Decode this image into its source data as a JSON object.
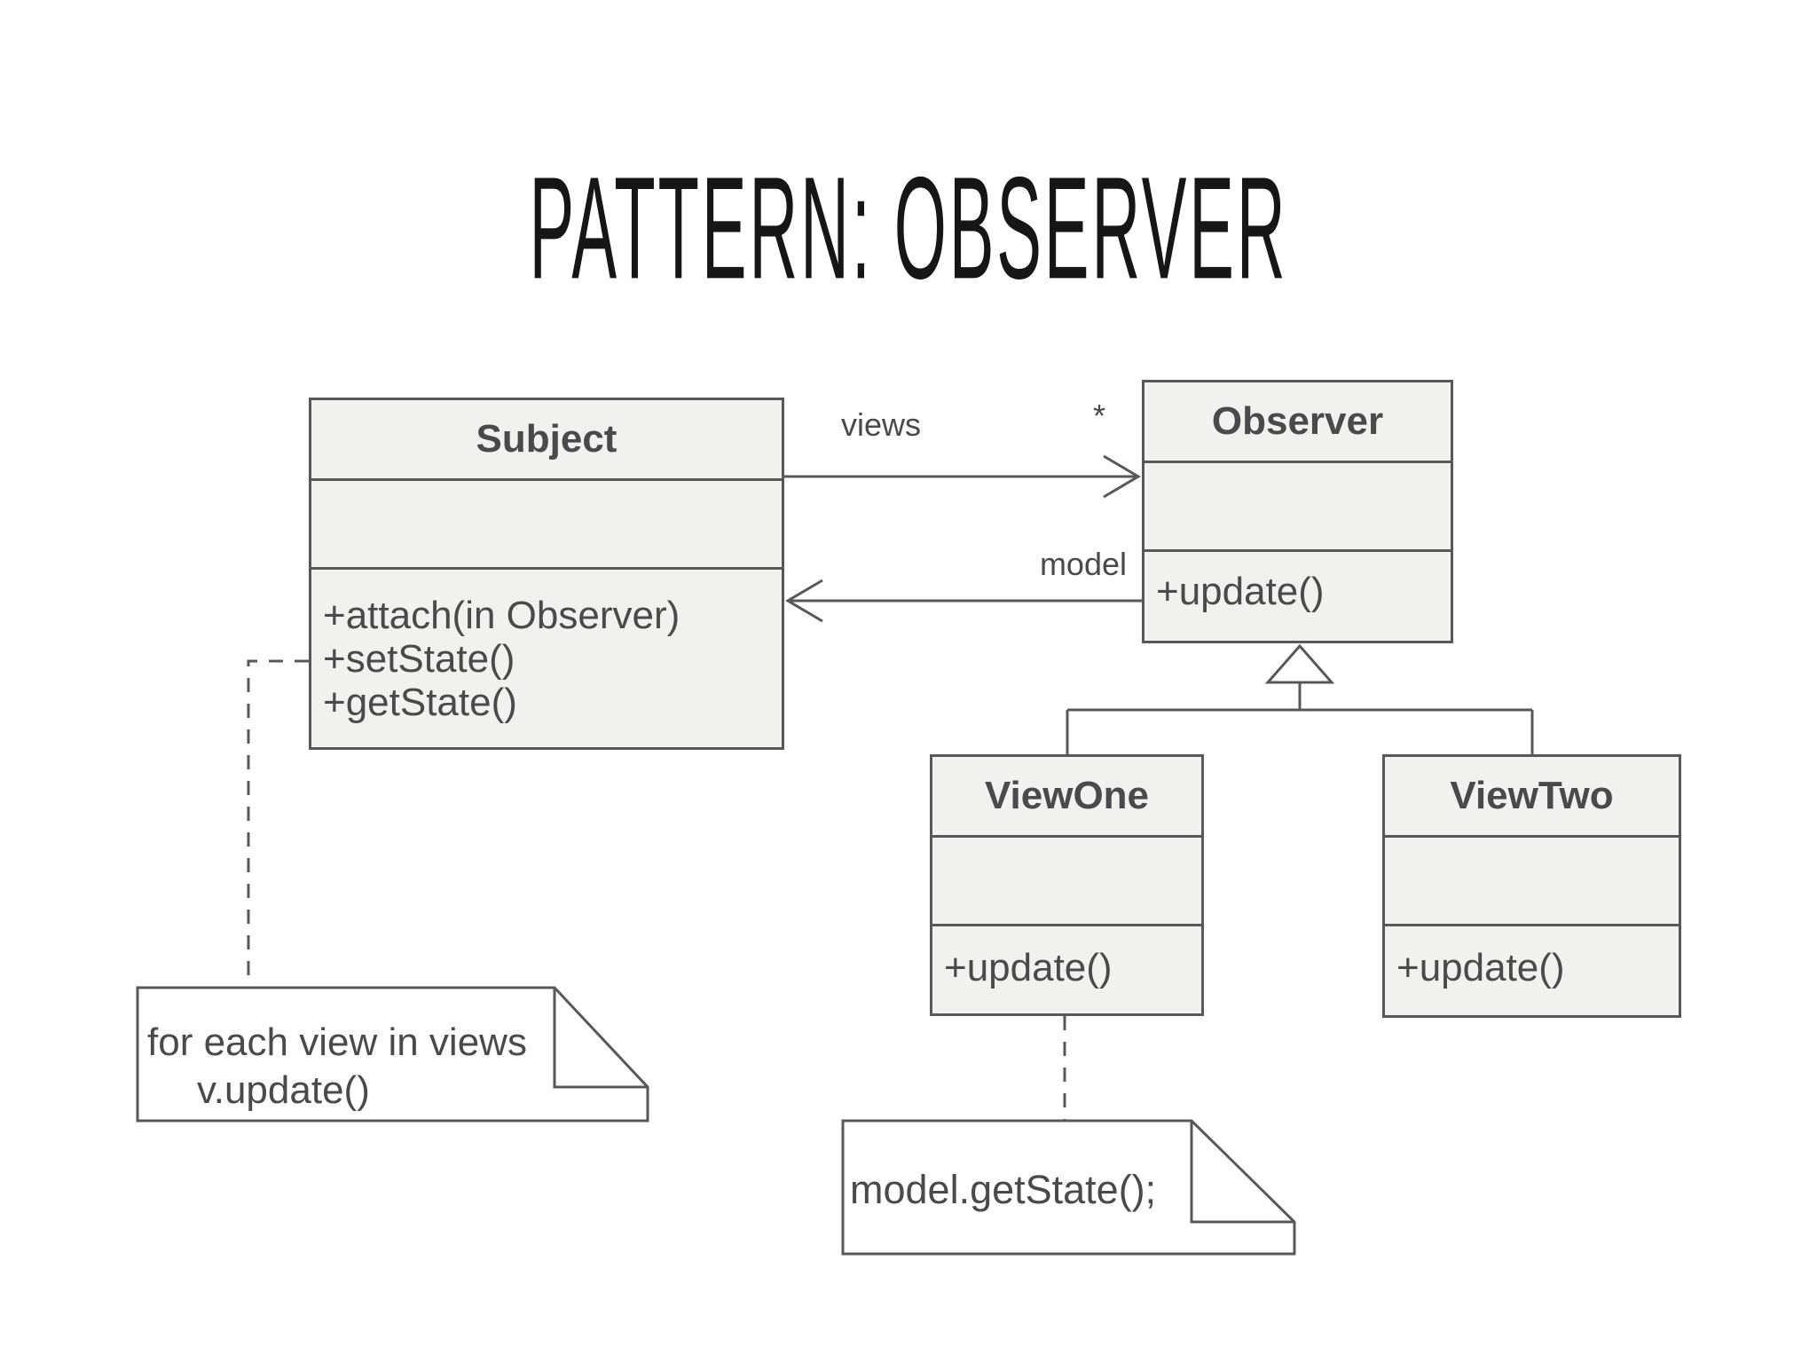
{
  "title": "PATTERN: OBSERVER",
  "colors": {
    "background": "#ffffff",
    "box_fill": "#f1f1f0",
    "line": "#58585a",
    "text": "#4a4a4c",
    "note_fill": "#ffffff",
    "title_color": "#161616"
  },
  "classes": {
    "subject": {
      "name": "Subject",
      "methods": [
        "+attach(in Observer)",
        "+setState()",
        "+getState()"
      ]
    },
    "observer": {
      "name": "Observer",
      "methods": [
        "+update()"
      ]
    },
    "viewone": {
      "name": "ViewOne",
      "methods": [
        "+update()"
      ]
    },
    "viewtwo": {
      "name": "ViewTwo",
      "methods": [
        "+update()"
      ]
    }
  },
  "relations": {
    "views": {
      "label": "views",
      "multiplicity": "*"
    },
    "model": {
      "label": "model"
    }
  },
  "notes": {
    "subject_note": {
      "line1": "for each view in views",
      "line2": "v.update()"
    },
    "viewone_note": {
      "line1": "model.getState();"
    }
  }
}
